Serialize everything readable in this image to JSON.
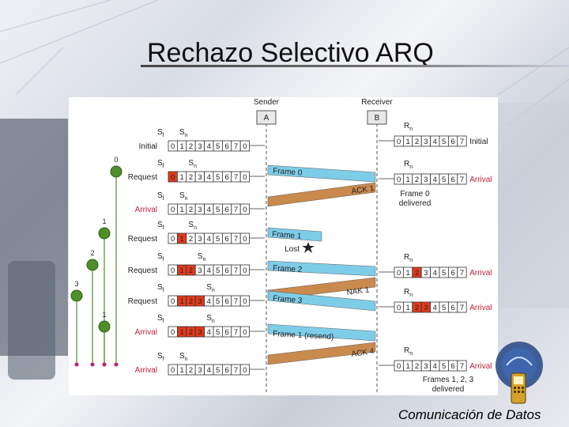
{
  "slide": {
    "title": "Rechazo Selectivo ARQ",
    "footer": "Comunicación de Datos"
  },
  "diagram": {
    "sender_label": "Sender",
    "receiver_label": "Receiver",
    "sender_box": "A",
    "receiver_box": "B",
    "sf": "Sf",
    "sn": "Sn",
    "rn": "Rn",
    "lost_label": "Lost",
    "sender_seq": [
      "0",
      "1",
      "2",
      "3",
      "4",
      "5",
      "6",
      "7",
      "0"
    ],
    "receiver_seq": [
      "0",
      "1",
      "2",
      "3",
      "4",
      "5",
      "6",
      "7"
    ],
    "sender_rows": [
      {
        "label": "Initial",
        "highlight": [],
        "timer": ""
      },
      {
        "label": "Request",
        "highlight": [
          0
        ],
        "timer": "0"
      },
      {
        "label": "Arrival",
        "highlight": [],
        "timer": ""
      },
      {
        "label": "Request",
        "highlight": [
          1
        ],
        "timer": "1"
      },
      {
        "label": "Request",
        "highlight": [
          1,
          2
        ],
        "timer": "2"
      },
      {
        "label": "Request",
        "highlight": [
          1,
          2,
          3
        ],
        "timer": "3"
      },
      {
        "label": "Arrival",
        "highlight": [
          1,
          2,
          3
        ],
        "timer": "1"
      },
      {
        "label": "Arrival",
        "highlight": [],
        "timer": ""
      }
    ],
    "receiver_rows": [
      {
        "label": "Initial",
        "highlight": []
      },
      {
        "label": "Arrival",
        "highlight": []
      },
      {
        "label": "Arrival",
        "highlight": [
          2
        ]
      },
      {
        "label": "Arrival",
        "highlight": [
          2,
          3
        ]
      },
      {
        "label": "Arrival",
        "highlight": []
      }
    ],
    "frames": [
      {
        "label": "Frame 0"
      },
      {
        "label": "ACK 1"
      },
      {
        "label": "Frame 1"
      },
      {
        "label": "Frame 2"
      },
      {
        "label": "NAK 1"
      },
      {
        "label": "Frame 3"
      },
      {
        "label": "Frame 1 (resend)"
      },
      {
        "label": "ACK 4"
      }
    ],
    "notes": {
      "frame0_delivered_1": "Frame 0",
      "frame0_delivered_2": "delivered",
      "frames123_1": "Frames 1, 2, 3",
      "frames123_2": "delivered"
    },
    "colors": {
      "frame": "#7ecde8",
      "ack": "#c98a4e",
      "highlight": "#e23a1c",
      "arrival_label": "#c0203a",
      "timer_green": "#4f8f2a"
    }
  }
}
